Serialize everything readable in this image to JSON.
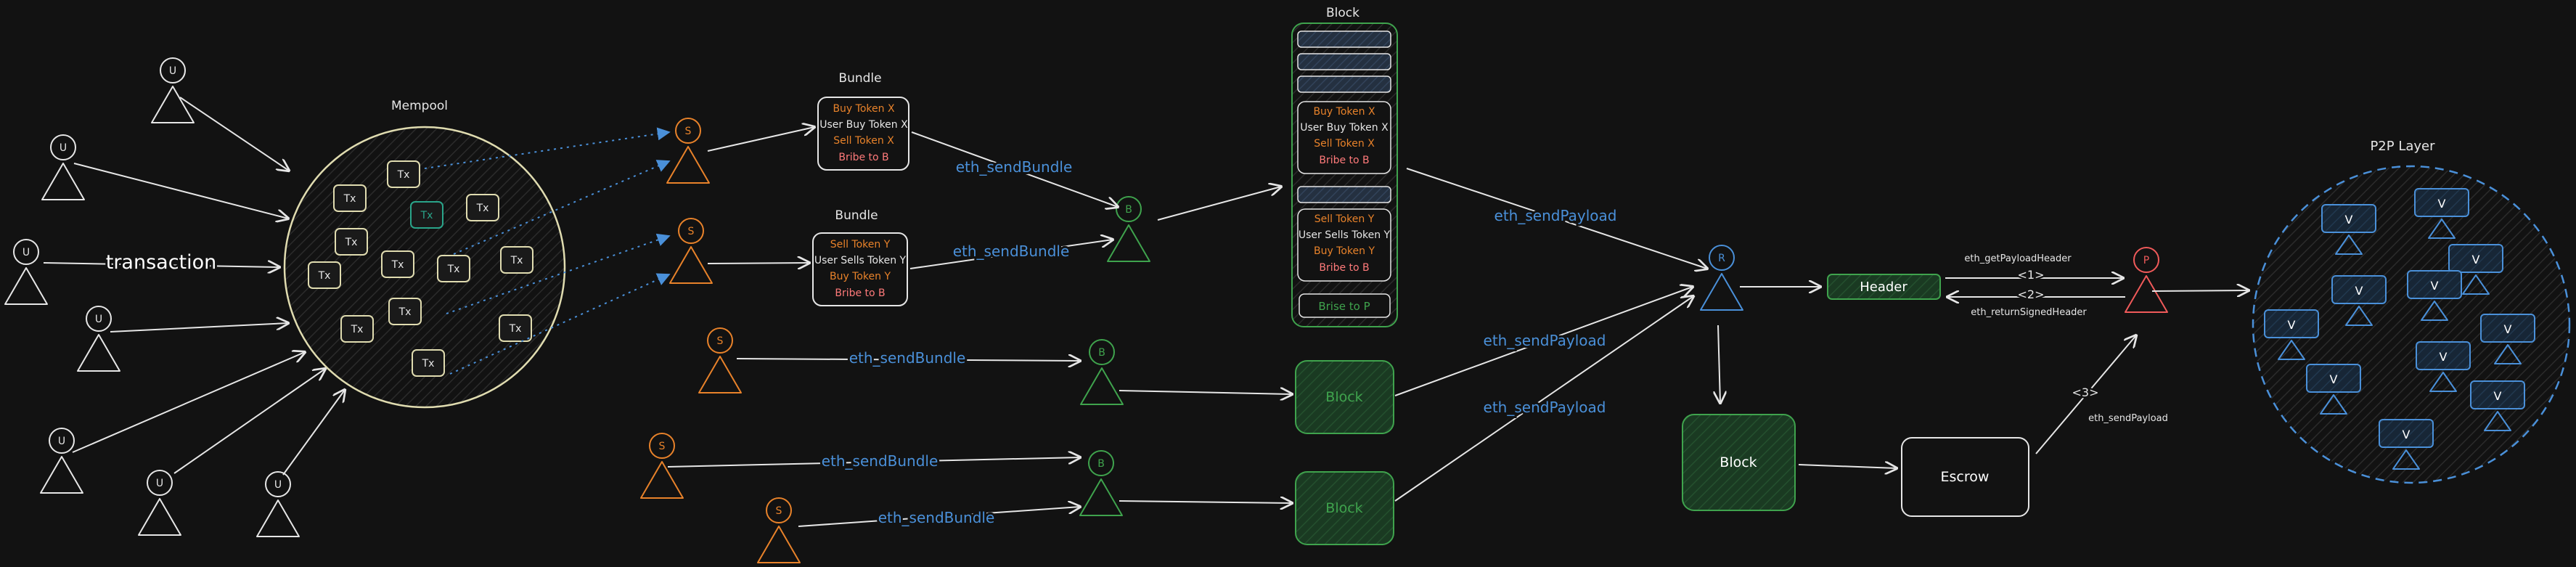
{
  "colors": {
    "background": "#121212",
    "white": "#e6e6e6",
    "orange": "#e8822a",
    "green": "#3fa34d",
    "blue": "#4a90d9",
    "red": "#f05a5a",
    "teal": "#2aa58a",
    "pink": "#ff7a7a",
    "mempool": "#e0dcb0"
  },
  "mempool": {
    "title": "Mempool",
    "tx_label": "Tx",
    "user_label": "U",
    "transaction_label": "transaction"
  },
  "bundle1": {
    "title": "Bundle",
    "lines": [
      "Buy Token X",
      "User Buy Token X",
      "Sell Token X",
      "Bribe to B"
    ]
  },
  "bundle2": {
    "title": "Bundle",
    "lines": [
      "Sell Token Y",
      "User Sells Token Y",
      "Buy Token Y",
      "Bribe to B"
    ]
  },
  "block_main": {
    "title": "Block",
    "group1": [
      "Buy Token X",
      "User Buy Token X",
      "Sell Token X",
      "Bribe to B"
    ],
    "group2": [
      "Sell Token Y",
      "User Sells Token Y",
      "Buy Token Y",
      "Bribe to B"
    ],
    "bribe": "Brise to P"
  },
  "nodes": {
    "searcher": "S",
    "builder": "B",
    "relay": "R",
    "proposer": "P",
    "validator": "V"
  },
  "edges": {
    "send_bundle": "eth_sendBundle",
    "send_payload": "eth_sendPayload",
    "get_payload_header": "eth_getPayloadHeader",
    "return_signed_header": "eth_returnSignedHeader",
    "step1": "<1>",
    "step2": "<2>",
    "step3": "<3>",
    "send_payload_small": "eth_sendPayload"
  },
  "boxes": {
    "block": "Block",
    "header": "Header",
    "escrow": "Escrow"
  },
  "p2p": {
    "title": "P2P Layer"
  }
}
